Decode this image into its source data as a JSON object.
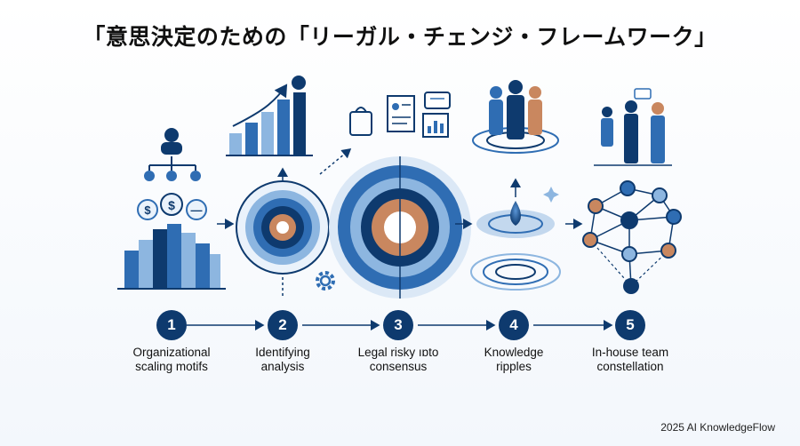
{
  "title": "「意思決定のための「リーガル・チェンジ・フレームワーク」",
  "steps": [
    {
      "number": "1",
      "label": "Organizational\nscaling motifs"
    },
    {
      "number": "2",
      "label": "Identifying\nanalysis"
    },
    {
      "number": "3",
      "label": "Legal risky ıɒto\nconsensus"
    },
    {
      "number": "4",
      "label": "Knowledge\nripples"
    },
    {
      "number": "5",
      "label": "In-house team\nconstellation"
    }
  ],
  "icons": {
    "org_chart": "org-chart-icon",
    "coins": [
      "$",
      "$",
      "—"
    ],
    "growth_chart": "growth-chart-icon",
    "gear": "gear-icon"
  },
  "colors": {
    "navy": "#0e3a6e",
    "blue": "#2f6db3",
    "light_blue": "#8db6e0",
    "copper": "#c9875f"
  },
  "footer": "2025 AI KnowledgeFlow"
}
